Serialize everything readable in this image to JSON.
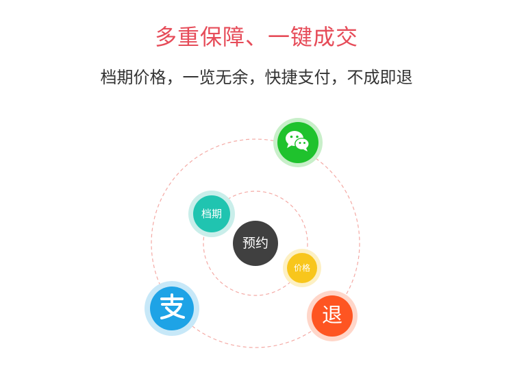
{
  "header": {
    "title": "多重保障、一键成交",
    "subtitle": "档期价格，一览无余，快捷支付，不成即退"
  },
  "colors": {
    "title": "#e64c59",
    "subtitle": "#333333",
    "orbit": "#f4a9a4",
    "center": "#404040",
    "wechat": "#1fc22d",
    "wechat_halo": "#c8efc9",
    "schedule": "#20c4b0",
    "schedule_halo": "#c9eeea",
    "price": "#f8c61c",
    "price_halo": "#fdf0c3",
    "alipay": "#1ea3e6",
    "alipay_halo": "#c7e8f8",
    "refund": "#fe5522",
    "refund_halo": "#ffd6c9"
  },
  "diagram": {
    "center_label": "预约",
    "schedule_label": "档期",
    "price_label": "价格",
    "refund_label": "退",
    "wechat_icon": "wechat-icon",
    "alipay_icon": "alipay-icon"
  }
}
